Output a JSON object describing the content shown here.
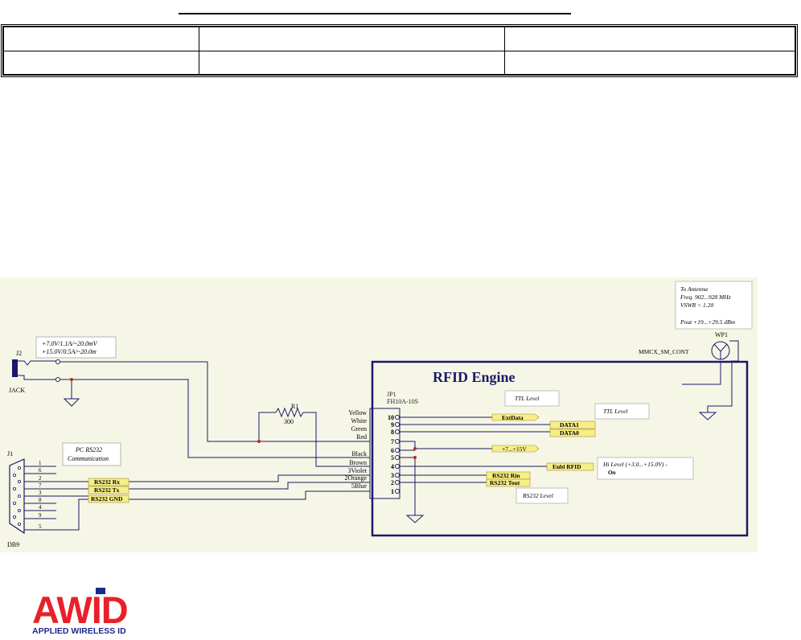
{
  "header_table": {
    "rows": [
      [
        "",
        "",
        ""
      ],
      [
        "",
        "",
        ""
      ]
    ]
  },
  "schematic": {
    "colors": {
      "background": "#F6F6E6",
      "wire": "#1A1A6A",
      "label_fill": "#F8EE88",
      "dot": "#B03020"
    },
    "engine_title": "RFID Engine",
    "connector_ref": "JP1",
    "connector_part": "FH10A-10S",
    "pins": [
      {
        "num": "10",
        "color": "Yellow"
      },
      {
        "num": "9",
        "color": "White"
      },
      {
        "num": "8",
        "color": "Green"
      },
      {
        "num": "7",
        "color": "Red"
      },
      {
        "num": "6",
        "color": ""
      },
      {
        "num": "5",
        "color": "Black"
      },
      {
        "num": "4",
        "color": "Brown"
      },
      {
        "num": "3",
        "color": "3Violet"
      },
      {
        "num": "2",
        "color": "2Orange"
      },
      {
        "num": "1",
        "color": "5Blue"
      }
    ],
    "jack_ref": "J2",
    "jack_name": "JACK",
    "supply_note_line1": "+7.0V/1.1A/~20.0mV",
    "supply_note_line2": "+15.0V/0.5A/~20.0m",
    "resistor_ref": "R1",
    "resistor_value": "300",
    "db9_ref": "J1",
    "db9_name": "DB9",
    "db9_pins": [
      "1",
      "6",
      "2",
      "7",
      "3",
      "8",
      "4",
      "9",
      "5"
    ],
    "pc_note_line1": "PC RS232",
    "pc_note_line2": "Communication",
    "net_rs232_rx": "RS232 Rx",
    "net_rs232_tx": "RS232 Tx",
    "net_rs232_gnd": "RS232 GND",
    "net_extdata": "ExtData",
    "net_data1": "DATA1",
    "net_data0": "DATA0",
    "net_power": "+7...+15V",
    "net_enbl_rfid": "Enbl RFID",
    "net_rs232_rin": "RS232 Rin",
    "net_rs232_tout": "RS232 Tout",
    "ttl_level_1": "TTL Level",
    "ttl_level_2": "TTL Level",
    "hi_level_line1": "Hi Level (+3.0...+15.0V) -",
    "hi_level_line2": "On",
    "rs232_level": "RS232 Level",
    "antenna_line1": "To Antenna",
    "antenna_line2": "Freq. 902...928 MHz",
    "antenna_line3": "VSWR < 1.20",
    "antenna_line4": "Pout +19...+29.5 dBm",
    "antenna_ref": "WP1",
    "antenna_part": "MMCX_SM_CONT"
  },
  "logo": {
    "brand": "AWID",
    "tagline": "APPLIED WIRELESS ID",
    "brand_color": "#E8202A",
    "tagline_color": "#1A2A8A"
  }
}
